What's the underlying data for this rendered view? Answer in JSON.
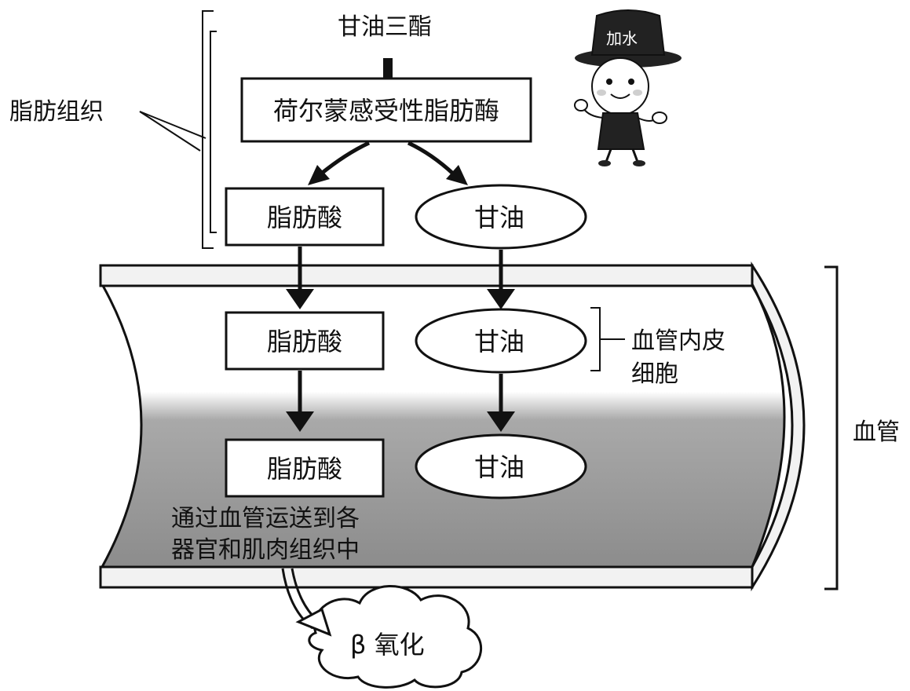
{
  "labels": {
    "triglyceride": "甘油三酯",
    "adipose_tissue": "脂肪组织",
    "lipase": "荷尔蒙感受性脂肪酶",
    "fatty_acid_top": "脂肪酸",
    "glycerol_top": "甘油",
    "fatty_acid_mid": "脂肪酸",
    "glycerol_mid": "甘油",
    "fatty_acid_bottom": "脂肪酸",
    "glycerol_bottom": "甘油",
    "endothelial_line1": "血管内皮",
    "endothelial_line2": "细胞",
    "blood_vessel": "血管",
    "transport_line1": "通过血管运送到各",
    "transport_line2": "器官和肌肉组织中",
    "beta_oxidation": "β 氧化",
    "hat_text": "加水"
  },
  "colors": {
    "ink": "#111111",
    "vessel_fill": "#8f8f8f",
    "vessel_highlight": "#d6d6d6",
    "box_fill": "#ffffff"
  },
  "icons": {
    "mascot": "top-hat-mascot"
  }
}
